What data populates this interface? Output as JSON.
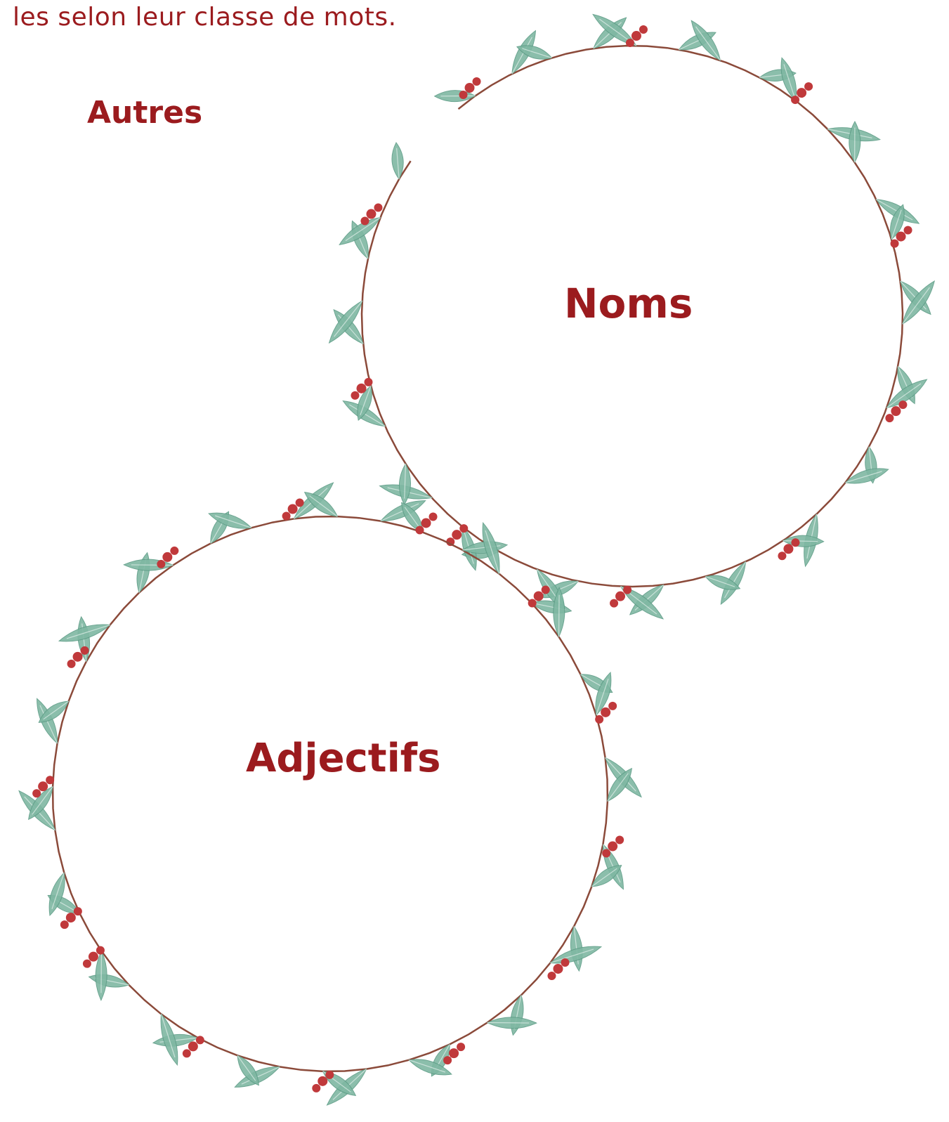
{
  "instruction_text": "les selon leur classe de mots.",
  "labels": {
    "autres": "Autres",
    "noms": "Noms",
    "adjectifs": "Adjectifs"
  },
  "colors": {
    "text": "#9b1b1e",
    "leaf": "#7fb8a3",
    "leaf_dark": "#5d9c86",
    "stem": "#8b4a3a",
    "berry": "#c0393b"
  }
}
